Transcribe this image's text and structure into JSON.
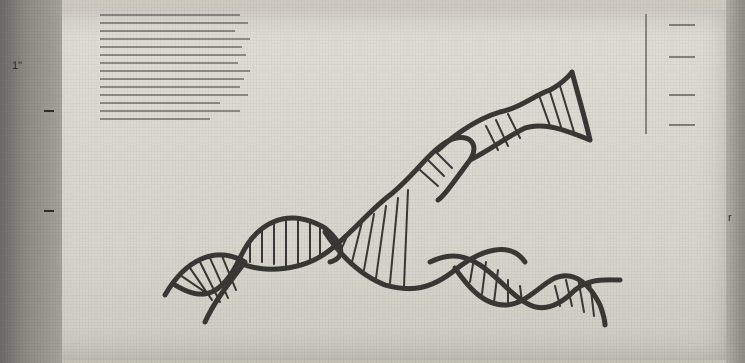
{
  "photo": {
    "subject": "double-helix-drawing",
    "frame_left_mark": "1\"",
    "frame_right_mark": "r",
    "colors": {
      "board": "#dcd9d1",
      "ink": "#3a3835",
      "frame": "#7e7b75"
    }
  }
}
